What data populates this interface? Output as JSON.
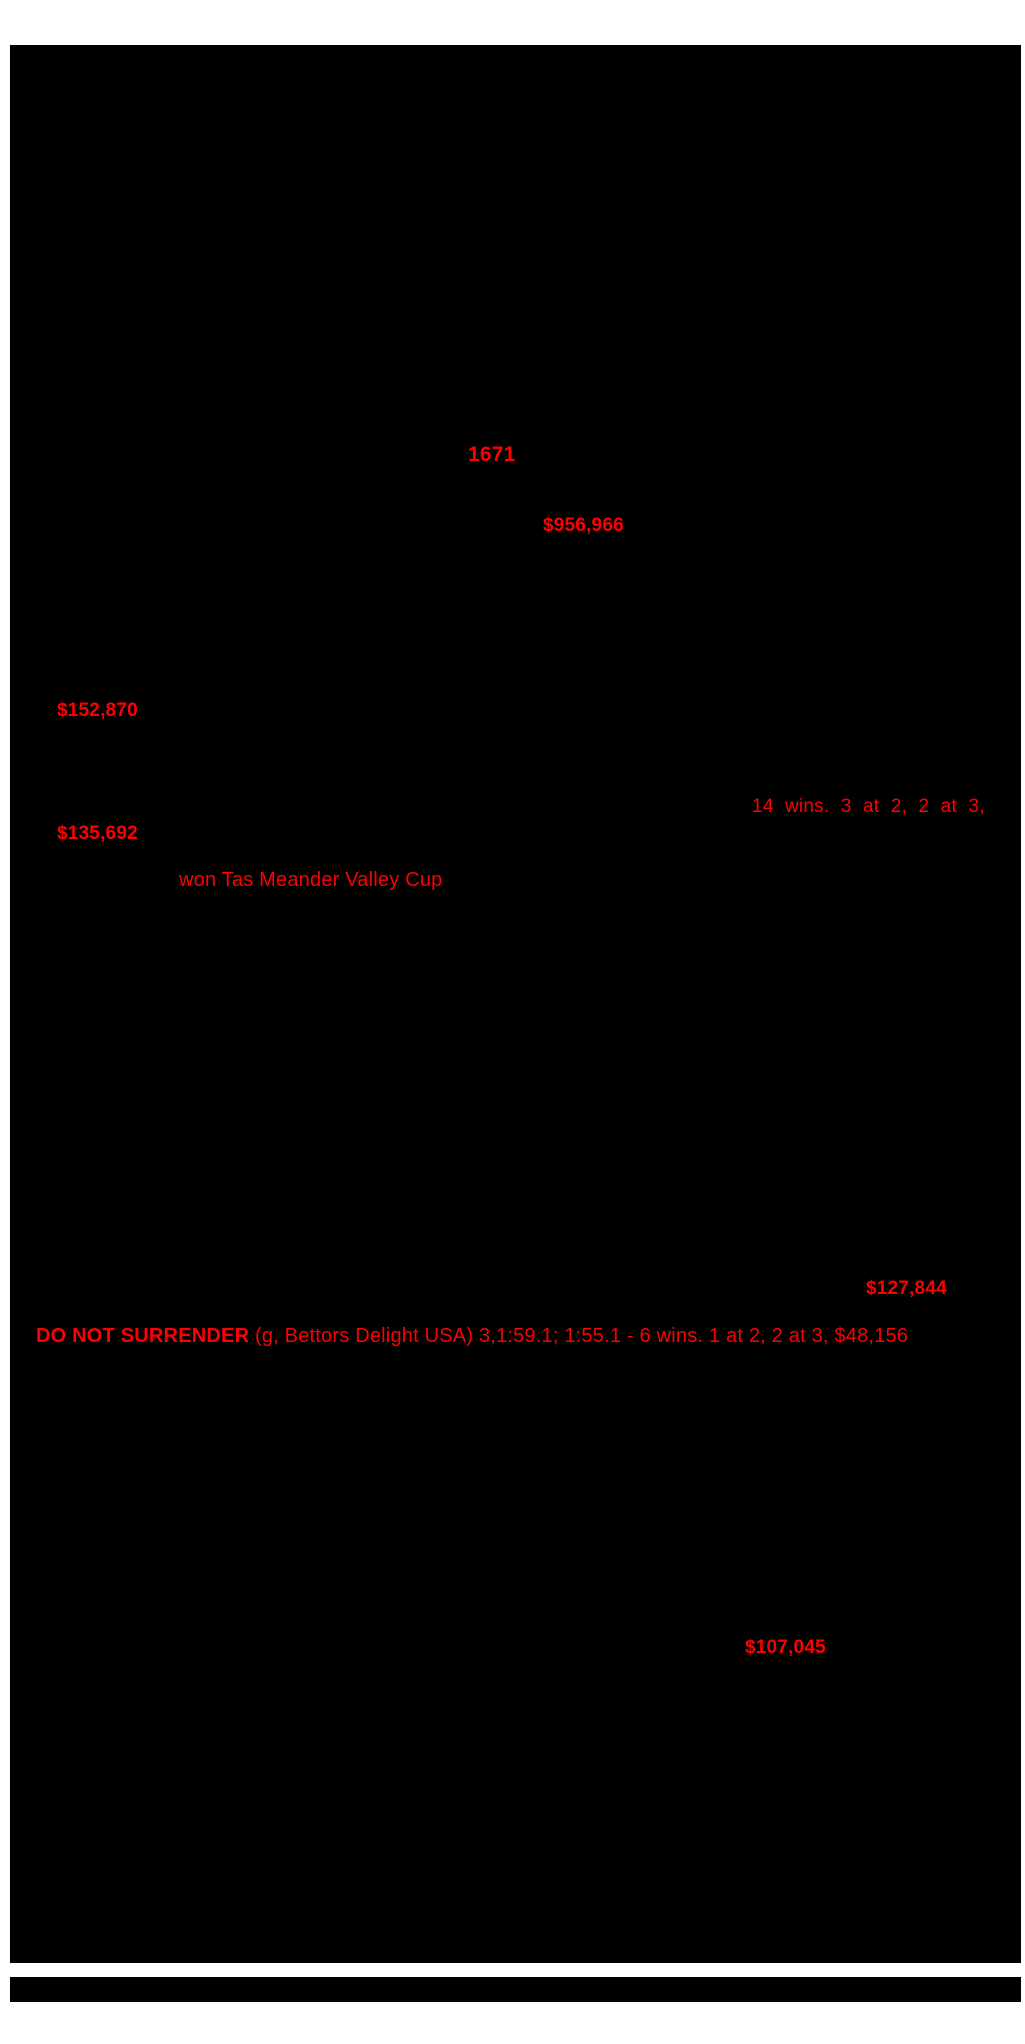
{
  "page": {
    "description": "Scanned catalogue page, blacked out except red highlighted text",
    "colors": {
      "scan_background": "#000000",
      "page_margin": "#ffffff",
      "highlight_text": "#ff0000"
    }
  },
  "highlights": {
    "lot_number": "1671",
    "earnings_a": "$956,966",
    "earnings_b": "$152,870",
    "race_record": "14 wins. 3 at 2, 2 at 3,",
    "earnings_c": "$135,692",
    "cup_note": "won Tas Meander Valley Cup",
    "earnings_d": "$127,844",
    "horse_name": "DO NOT SURRENDER",
    "horse_details": " (g, Bettors Delight USA) 3,1:59.1; 1:55.1 - 6 wins. 1 at 2, 2 at 3, $48,156",
    "earnings_e": "$107,045"
  }
}
